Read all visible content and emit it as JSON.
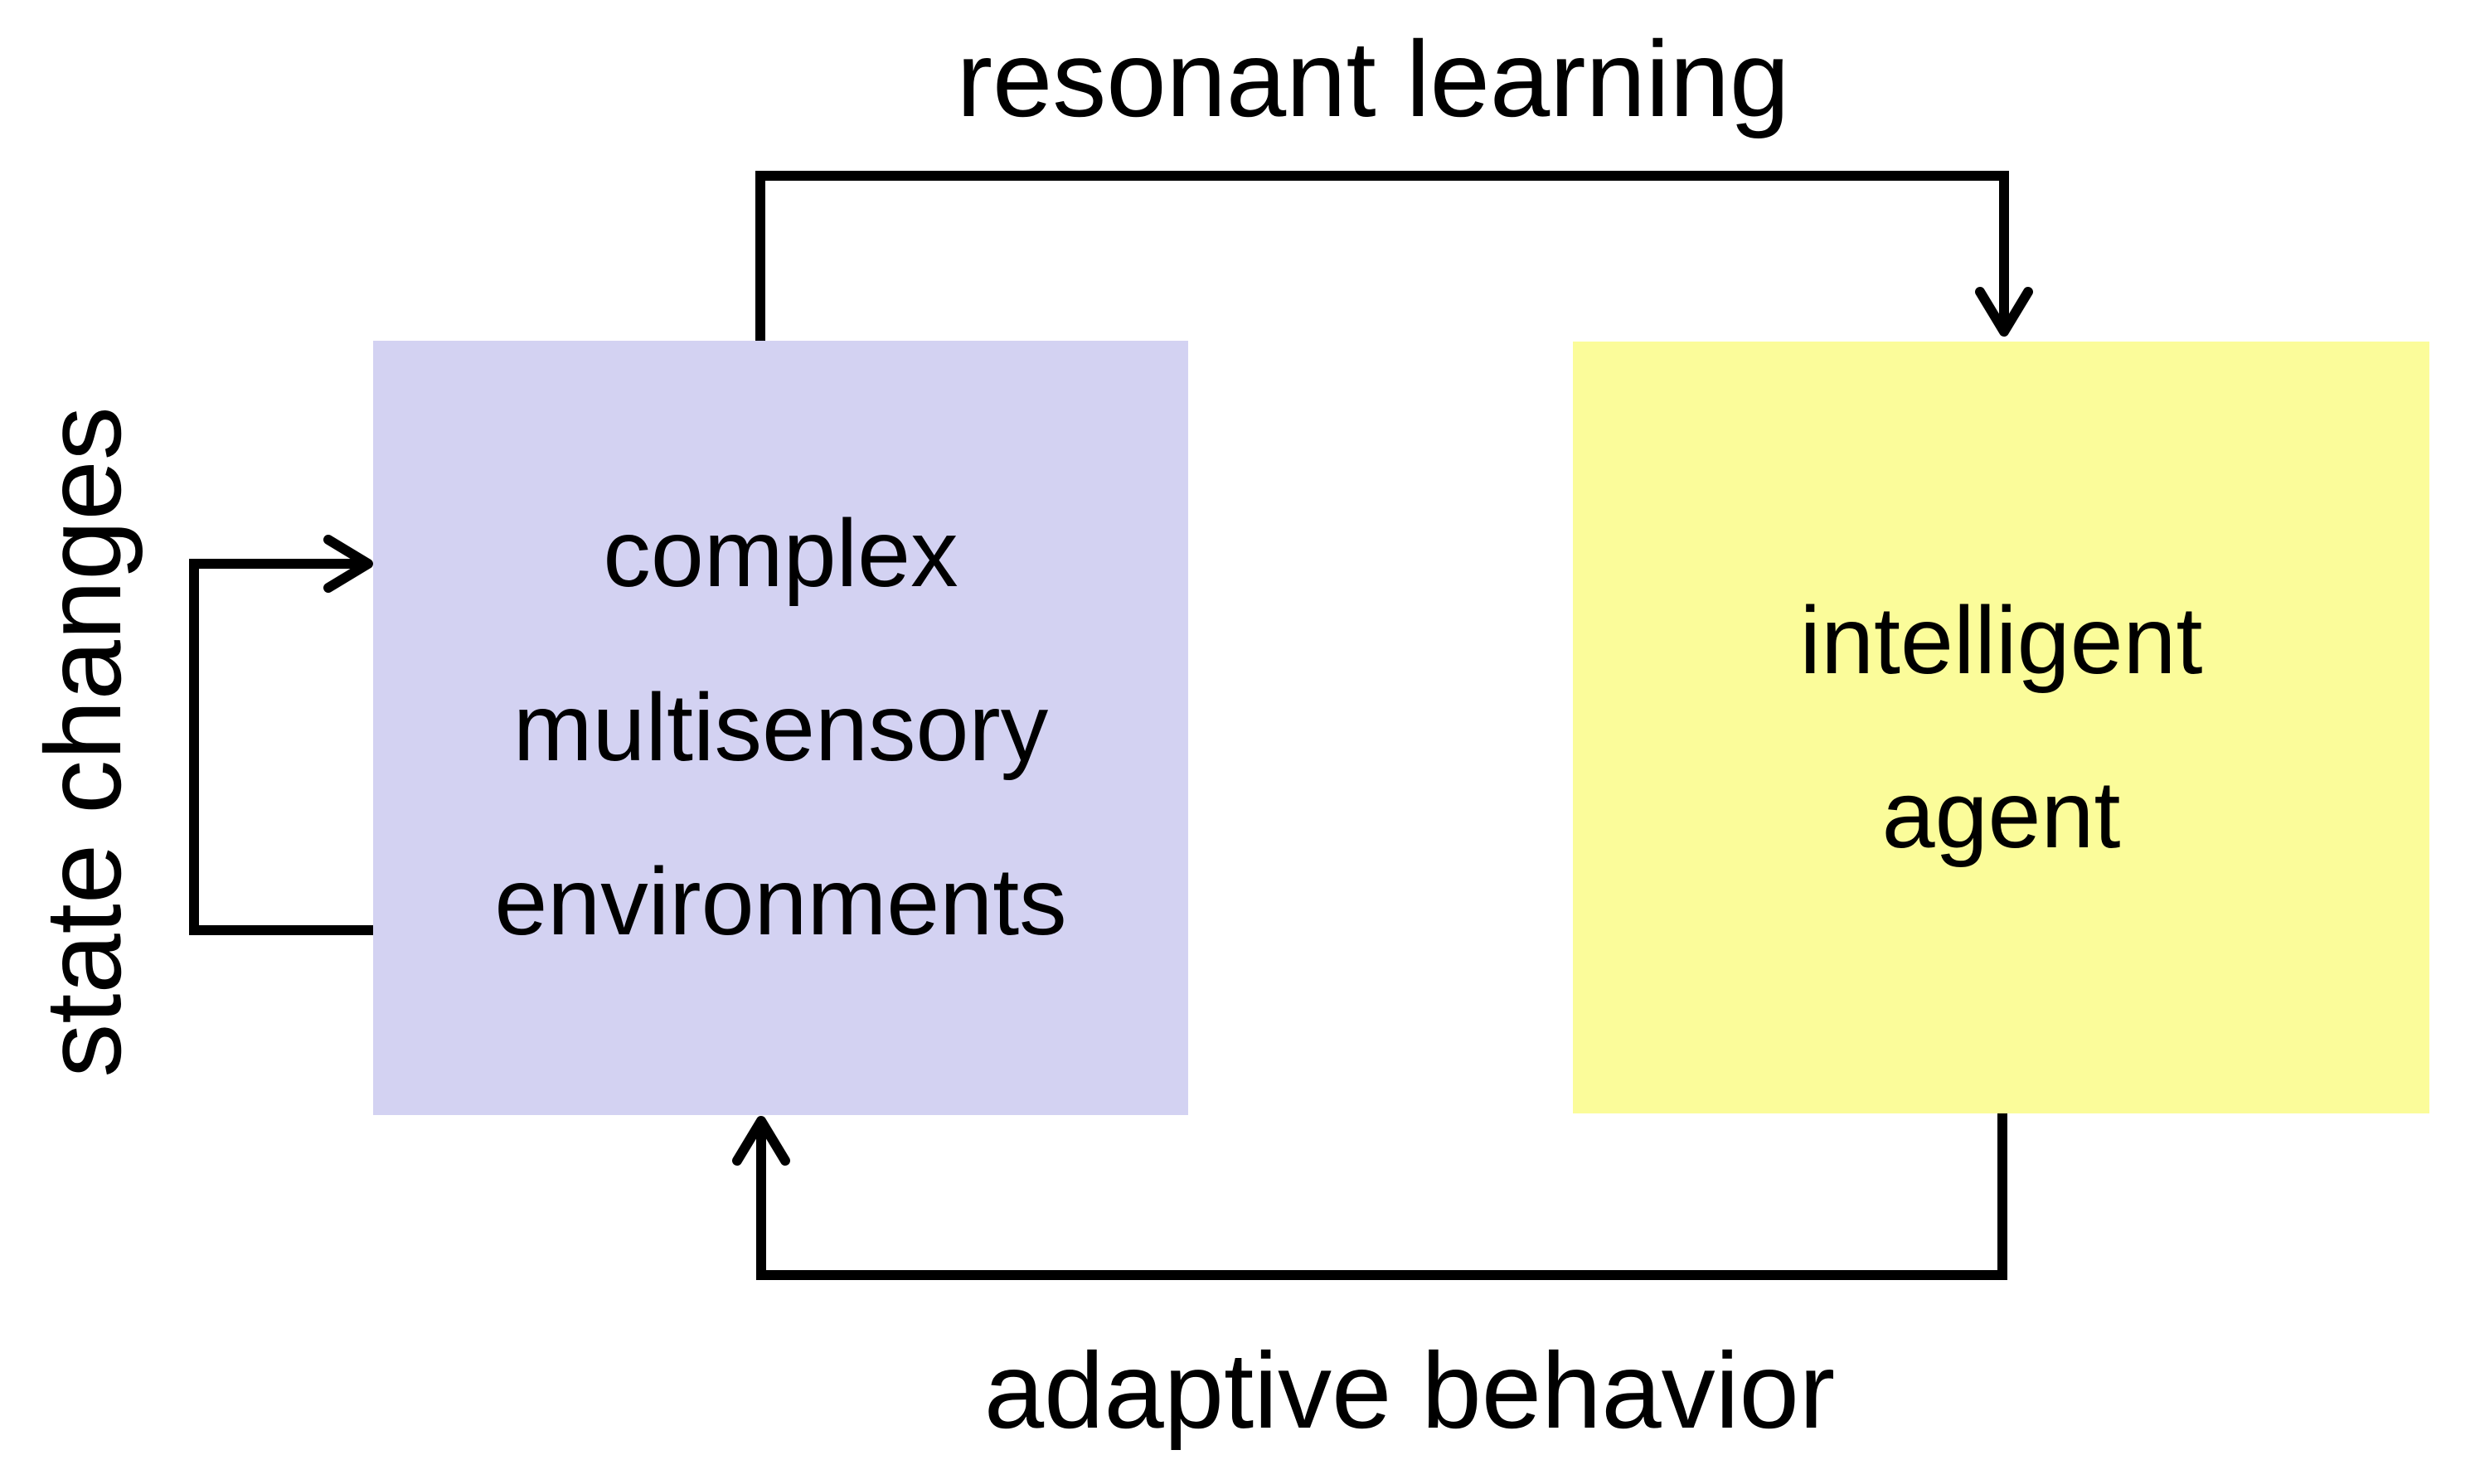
{
  "labels": {
    "resonant_learning": "resonant learning",
    "adaptive_behavior": "adaptive behavior",
    "state_changes": "state changes"
  },
  "boxes": {
    "environment": {
      "lines": [
        "complex",
        "multisensory",
        "environments"
      ],
      "fill": "#d3d2f2"
    },
    "agent": {
      "lines": [
        "intelligent",
        "agent"
      ],
      "fill": "#fbfc9a"
    }
  },
  "arrows": [
    {
      "label": "resonant learning",
      "from": "complex multisensory environments",
      "to": "intelligent agent"
    },
    {
      "label": "adaptive behavior",
      "from": "intelligent agent",
      "to": "complex multisensory environments"
    },
    {
      "label": "state changes",
      "from": "complex multisensory environments",
      "to": "complex multisensory environments"
    }
  ],
  "colors": {
    "environment_box": "#d3d2f2",
    "agent_box": "#fbfc9a",
    "arrow": "#000000",
    "text": "#000000",
    "background": "#ffffff"
  }
}
